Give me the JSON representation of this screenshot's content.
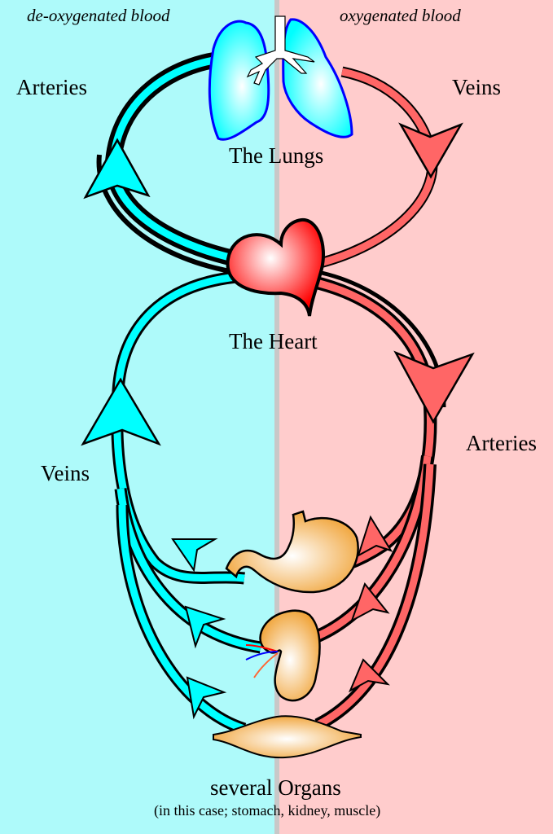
{
  "header": {
    "left_title": "de-oxygenated blood",
    "right_title": "oxygenated blood"
  },
  "labels": {
    "lungs": "The Lungs",
    "heart": "The Heart",
    "arteries_pulmonary": "Arteries",
    "veins_pulmonary": "Veins",
    "arteries_systemic": "Arteries",
    "veins_systemic": "Veins",
    "organs_title": "several Organs",
    "organs_subtitle": "(in this case; stomach, kidney, muscle)"
  },
  "colors": {
    "deoxygenated_bg": "#AEFAFA",
    "oxygenated_bg": "#FFCCCC",
    "divider": "#C8C8C8",
    "deoxygenated_vessel": "#00FFFF",
    "oxygenated_vessel": "#FF6666",
    "heart": "#FF0000",
    "lungs": "#00FFFF",
    "lungs_outline": "#0000FF",
    "organ": "#F0A030"
  }
}
